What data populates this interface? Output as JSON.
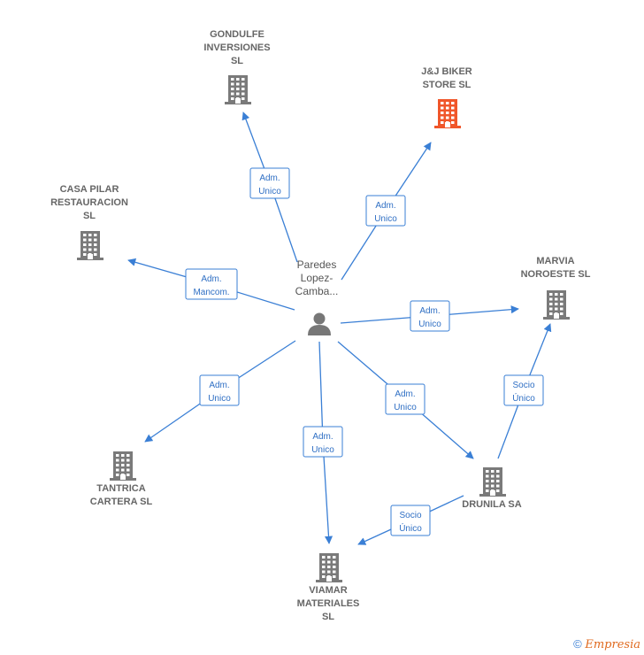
{
  "center": {
    "label": [
      "Paredes",
      "Lopez-",
      "Camba..."
    ],
    "icon": "person-icon"
  },
  "nodes": [
    {
      "id": "gondulfe",
      "label": [
        "GONDULFE",
        "INVERSIONES",
        "SL"
      ],
      "icon": "building-icon",
      "highlight": false
    },
    {
      "id": "jj",
      "label": [
        "J&J BIKER",
        "STORE  SL"
      ],
      "icon": "building-icon",
      "highlight": true
    },
    {
      "id": "casapilar",
      "label": [
        "CASA PILAR",
        "RESTAURACION",
        "SL"
      ],
      "icon": "building-icon",
      "highlight": false
    },
    {
      "id": "marvia",
      "label": [
        "MARVIA",
        "NOROESTE  SL"
      ],
      "icon": "building-icon",
      "highlight": false
    },
    {
      "id": "tantrica",
      "label": [
        "TANTRICA",
        "CARTERA  SL"
      ],
      "icon": "building-icon",
      "highlight": false
    },
    {
      "id": "drunila",
      "label": [
        "DRUNILA SA"
      ],
      "icon": "building-icon",
      "highlight": false
    },
    {
      "id": "viamar",
      "label": [
        "VIAMAR",
        "MATERIALES",
        "SL"
      ],
      "icon": "building-icon",
      "highlight": false
    }
  ],
  "edges": [
    {
      "from": "center",
      "to": "gondulfe",
      "label": [
        "Adm.",
        "Unico"
      ]
    },
    {
      "from": "center",
      "to": "jj",
      "label": [
        "Adm.",
        "Unico"
      ]
    },
    {
      "from": "center",
      "to": "casapilar",
      "label": [
        "Adm.",
        "Mancom."
      ]
    },
    {
      "from": "center",
      "to": "marvia",
      "label": [
        "Adm.",
        "Unico"
      ]
    },
    {
      "from": "center",
      "to": "tantrica",
      "label": [
        "Adm.",
        "Unico"
      ]
    },
    {
      "from": "center",
      "to": "viamar",
      "label": [
        "Adm.",
        "Unico"
      ]
    },
    {
      "from": "center",
      "to": "drunila",
      "label": [
        "Adm.",
        "Unico"
      ]
    },
    {
      "from": "drunila",
      "to": "marvia",
      "label": [
        "Socio",
        "Único"
      ]
    },
    {
      "from": "drunila",
      "to": "viamar",
      "label": [
        "Socio",
        "Único"
      ]
    }
  ],
  "colors": {
    "edge": "#3a7fd5",
    "building": "#7a7a7a",
    "highlight": "#f0562a",
    "person": "#777777"
  },
  "footer": {
    "copyright": "©",
    "brand": "Empresia"
  }
}
